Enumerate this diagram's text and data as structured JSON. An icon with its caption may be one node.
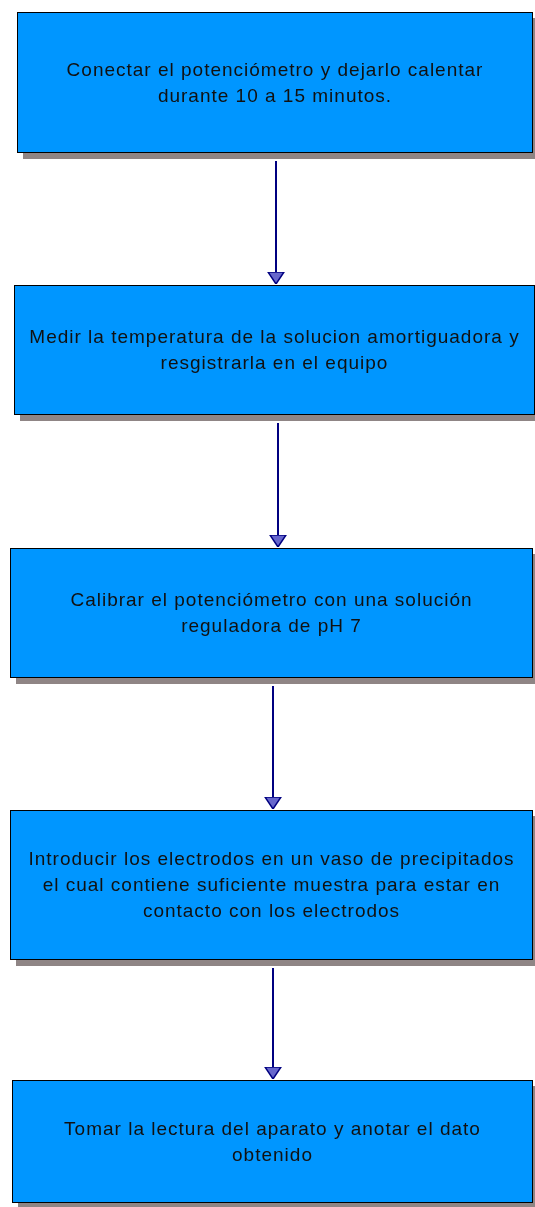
{
  "diagram": {
    "nodes": [
      {
        "text": [
          "Conectar el potenciómetro y dejarlo calentar durante 10 a 15 minutos."
        ]
      },
      {
        "text": [
          "Medir la temperatura de la solucion amortiguadora y resgistrarla en el equipo"
        ]
      },
      {
        "text": [
          "Calibrar el potenciómetro con una solución reguladora de pH 7"
        ]
      },
      {
        "text": [
          "Introducir los electrodos en un vaso de precipitados el cual contiene suficiente muestra para estar en contacto con los electrodos"
        ]
      },
      {
        "text": [
          "Tomar la lectura del aparato y anotar el dato obtenido"
        ]
      }
    ],
    "edges": [
      {
        "from": 0,
        "to": 1,
        "arrow": "to"
      },
      {
        "from": 1,
        "to": 2,
        "arrow": "to"
      },
      {
        "from": 2,
        "to": 3,
        "arrow": "to"
      },
      {
        "from": 3,
        "to": 4,
        "arrow": "to"
      }
    ]
  }
}
